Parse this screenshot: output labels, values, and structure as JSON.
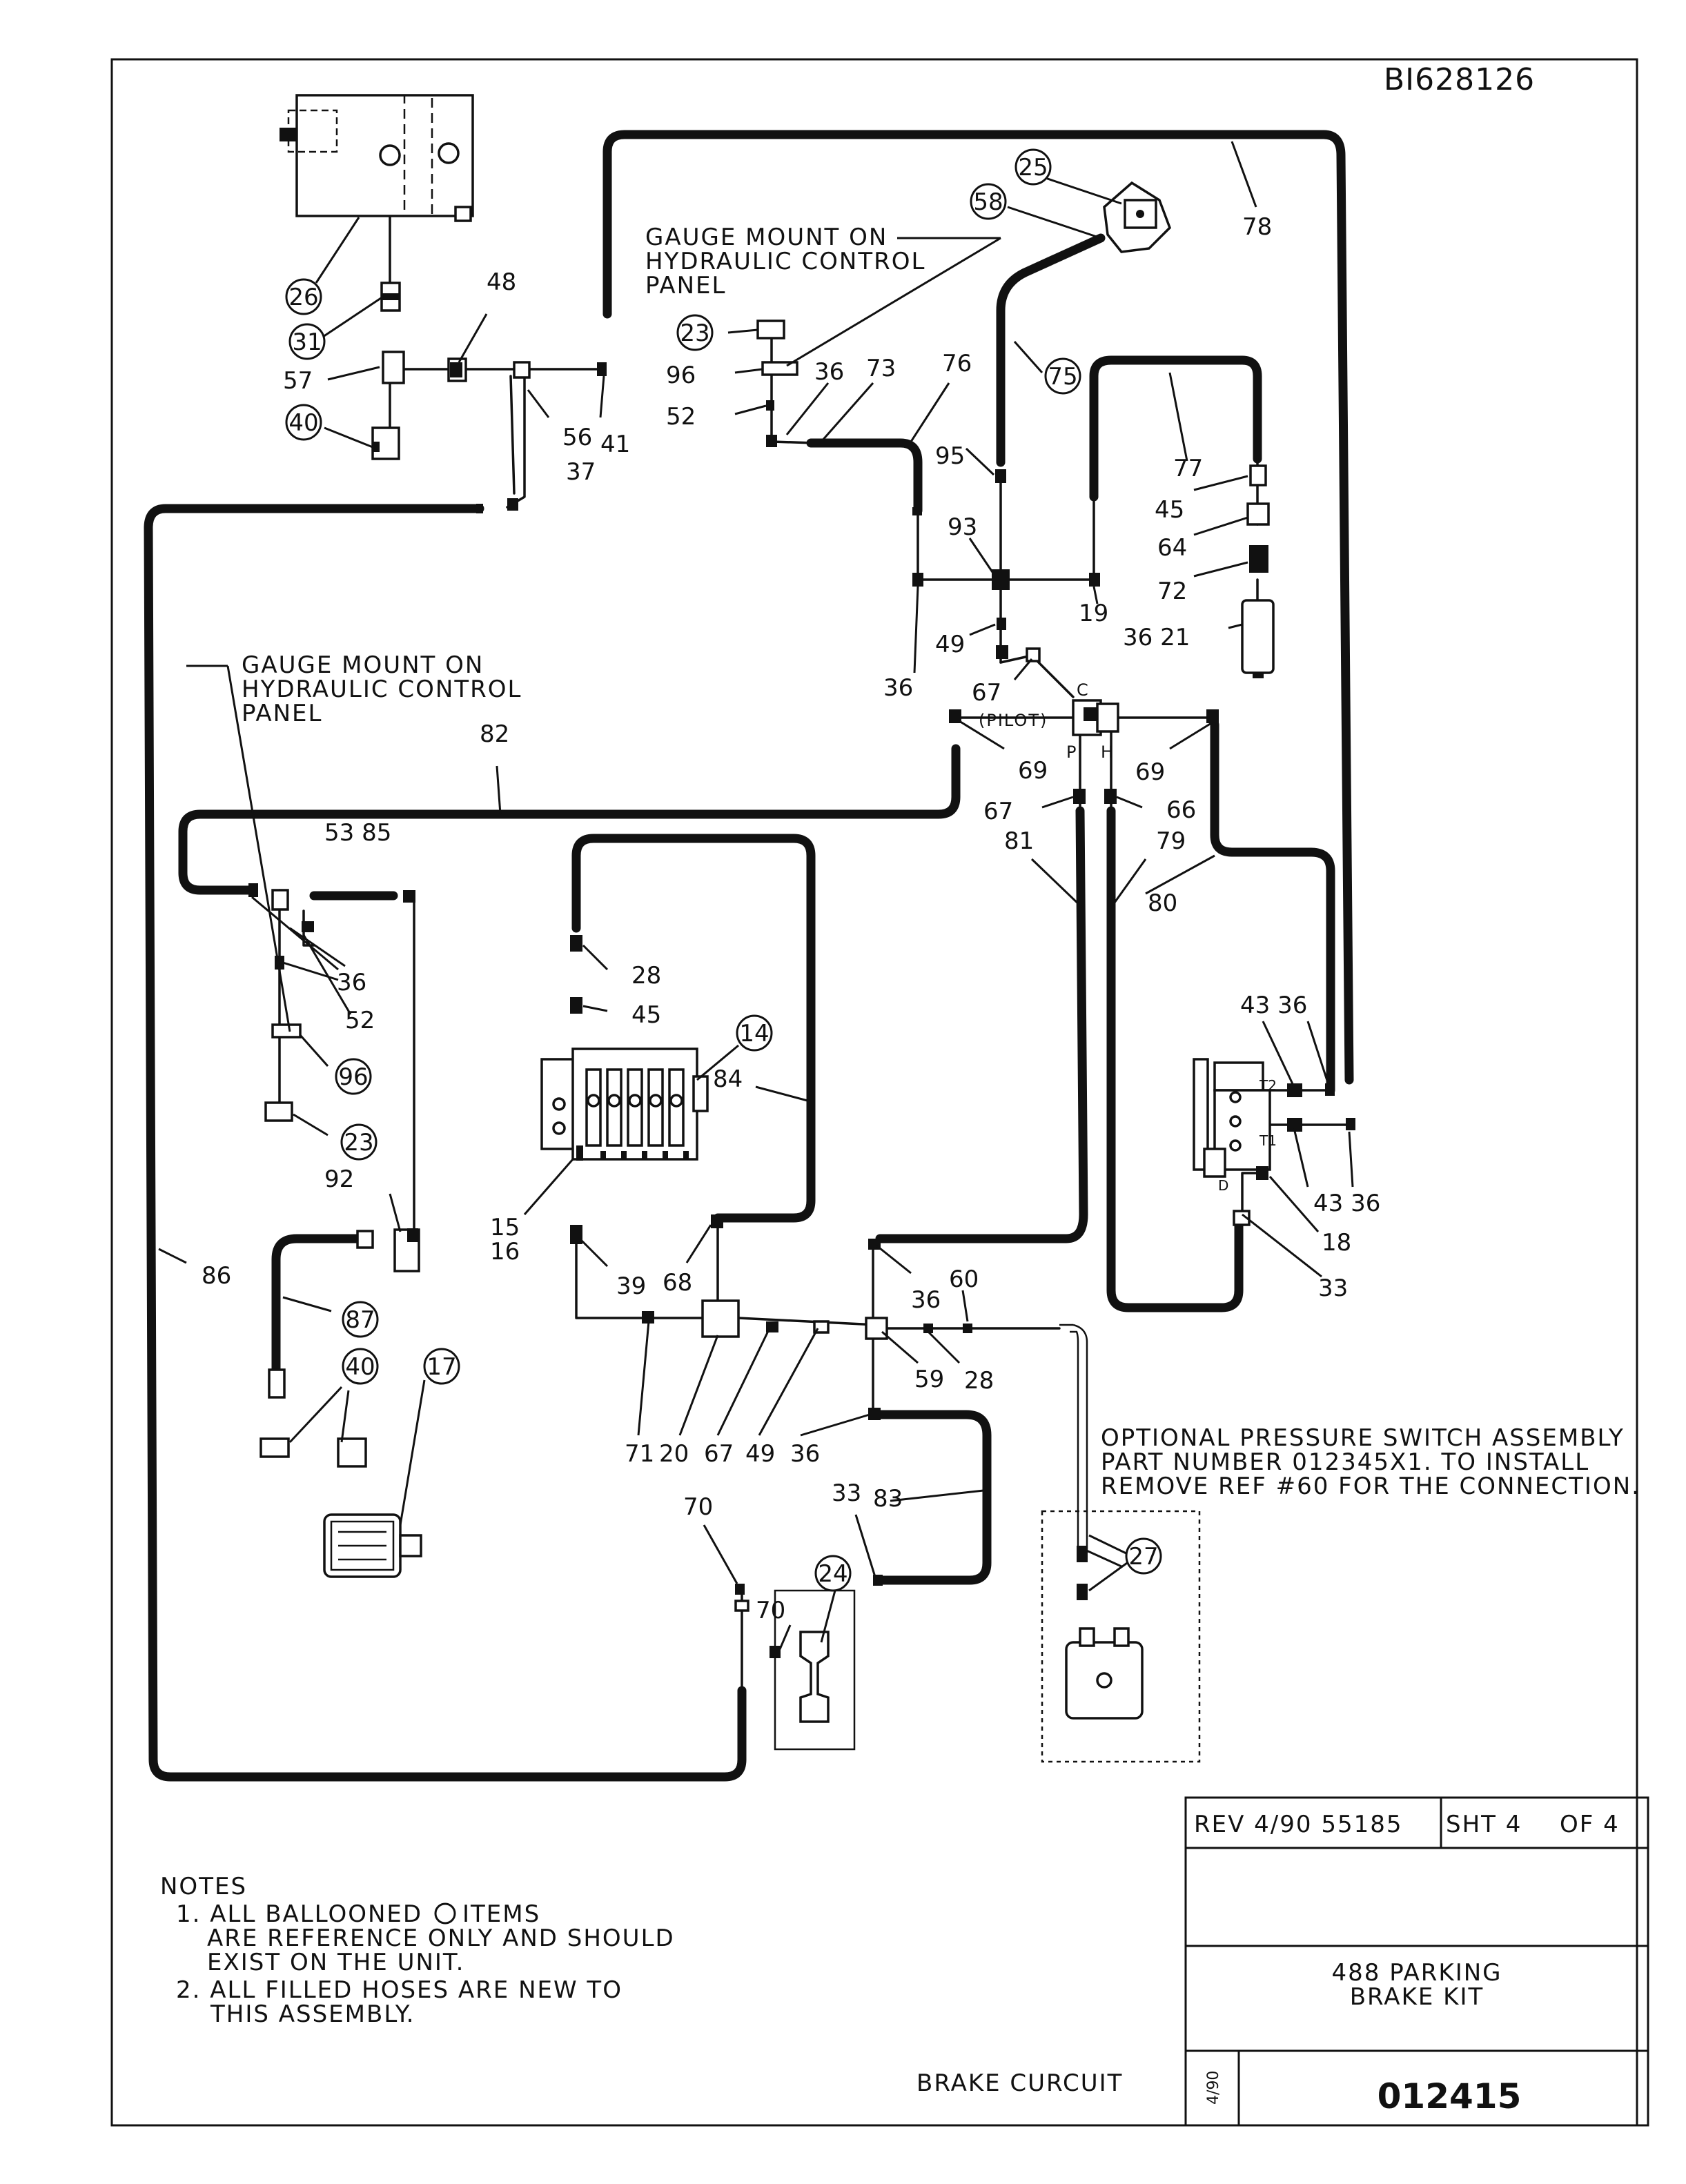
{
  "drawing_id": "BI628126",
  "title_block": {
    "rev": "REV 4/90 55185",
    "sheet": "SHT 4",
    "of": "OF 4",
    "title_line1": "488 PARKING",
    "title_line2": "BRAKE KIT",
    "date_vertical": "4/90",
    "part_number": "012415"
  },
  "circuit_label": "BRAKE CURCUIT",
  "notes": {
    "heading": "NOTES",
    "n1_a": "1. ALL BALLOONED",
    "n1_b": "ITEMS",
    "n1_c": "ARE REFERENCE ONLY AND SHOULD",
    "n1_d": "EXIST ON THE UNIT.",
    "n2_a": "2. ALL FILLED HOSES ARE NEW TO",
    "n2_b": "THIS ASSEMBLY."
  },
  "callouts": {
    "gauge_top": [
      "GAUGE MOUNT ON",
      "HYDRAULIC CONTROL",
      "PANEL"
    ],
    "gauge_left": [
      "GAUGE MOUNT ON",
      "HYDRAULIC CONTROL",
      "PANEL"
    ],
    "pilot": "(PILOT)",
    "optional": [
      "OPTIONAL PRESSURE SWITCH ASSEMBLY",
      "PART NUMBER 012345X1. TO INSTALL",
      "REMOVE REF #60 FOR THE CONNECTION."
    ]
  },
  "balloons": {
    "b25": "25",
    "b58": "58",
    "b26": "26",
    "b31": "31",
    "b40a": "40",
    "b23a": "23",
    "b75": "75",
    "b14": "14",
    "b96": "96",
    "b23b": "23",
    "b87": "87",
    "b40b": "40",
    "b17": "17",
    "b24": "24",
    "b27": "27"
  },
  "refs": {
    "r78": "78",
    "r48": "48",
    "r57": "57",
    "r56": "56",
    "r41": "41",
    "r37": "37",
    "r96": "96",
    "r36a": "36",
    "r73": "73",
    "r52a": "52",
    "r76": "76",
    "r77": "77",
    "r45a": "45",
    "r64": "64",
    "r72": "72",
    "r3621": "36 21",
    "r95": "95",
    "r93": "93",
    "r19": "19",
    "r49a": "49",
    "r36b": "36",
    "r67a": "67",
    "rC": "C",
    "rP": "P",
    "rH": "H",
    "r69a": "69",
    "r69b": "69",
    "r67b": "67",
    "r66": "66",
    "r81": "81",
    "r79": "79",
    "r80": "80",
    "r82": "82",
    "r5385": "53 85",
    "r36c": "36",
    "r52b": "52",
    "r28a": "28",
    "r45b": "45",
    "r84": "84",
    "r4336a": "43 36",
    "r4336b": "43 36",
    "r18": "18",
    "r33a": "33",
    "rT2": "T2",
    "rT1": "T1",
    "rD": "D",
    "r92": "92",
    "r86": "86",
    "r1516": "15\n16",
    "r15": "15",
    "r16": "16",
    "r39": "39",
    "r68": "68",
    "r36d": "36",
    "r60": "60",
    "r59": "59",
    "r28b": "28",
    "r71": "71",
    "r20": "20",
    "r67c": "67",
    "r49b": "49",
    "r36e": "36",
    "r70a": "70",
    "r70b": "70",
    "r33b": "33",
    "r83": "83"
  }
}
